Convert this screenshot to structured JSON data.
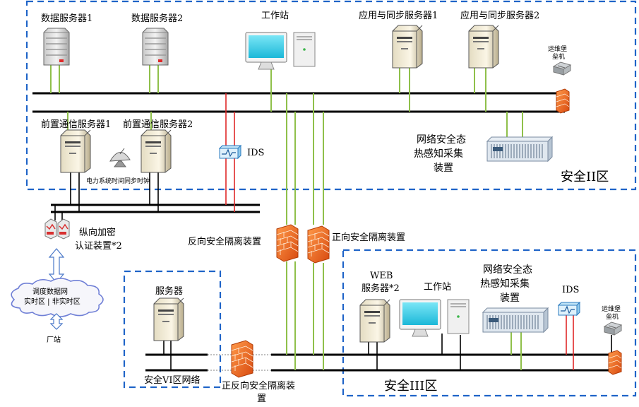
{
  "zones": {
    "zone2": "安全II区",
    "zone3": "安全III区",
    "zone4": "安全VI区网络"
  },
  "zone2": {
    "data_server_1": "数据服务器1",
    "data_server_2": "数据服务器2",
    "workstation": "工作站",
    "app_sync_server_1": "应用与同步服务器1",
    "app_sync_server_2": "应用与同步服务器2",
    "bastion_1": "运维堡",
    "bastion_2": "垒机",
    "front_comm_server_1": "前置通信服务器1",
    "front_comm_server_2": "前置通信服务器2",
    "ids": "IDS",
    "sensor_1": "网络安全态",
    "sensor_2": "热感知采集",
    "sensor_3": "装置",
    "time_sync": "电力系统时间同步时钟"
  },
  "middle": {
    "vertical_encrypt_1": "纵向加密",
    "vertical_encrypt_2": "认证装置*2",
    "reverse_isolation": "反向安全隔离装置",
    "forward_isolation": "正向安全隔离装置",
    "cloud_1": "调度数据网",
    "cloud_2": "实时区 | 非实时区",
    "plant": "厂站"
  },
  "zone4": {
    "server": "服务器",
    "fr_isolation_1": "正反向安全隔离装",
    "fr_isolation_2": "置"
  },
  "zone3": {
    "web_1": "WEB",
    "web_2": "服务器*2",
    "workstation": "工作站",
    "sensor_1": "网络安全态",
    "sensor_2": "热感知采集",
    "sensor_3": "装置",
    "ids": "IDS",
    "bastion_1": "运维堡",
    "bastion_2": "垒机"
  },
  "colors": {
    "zone_border": "#1f64c8",
    "link_green": "#8fc04a",
    "link_red": "#e02828",
    "firewall": "#f06a1a"
  }
}
